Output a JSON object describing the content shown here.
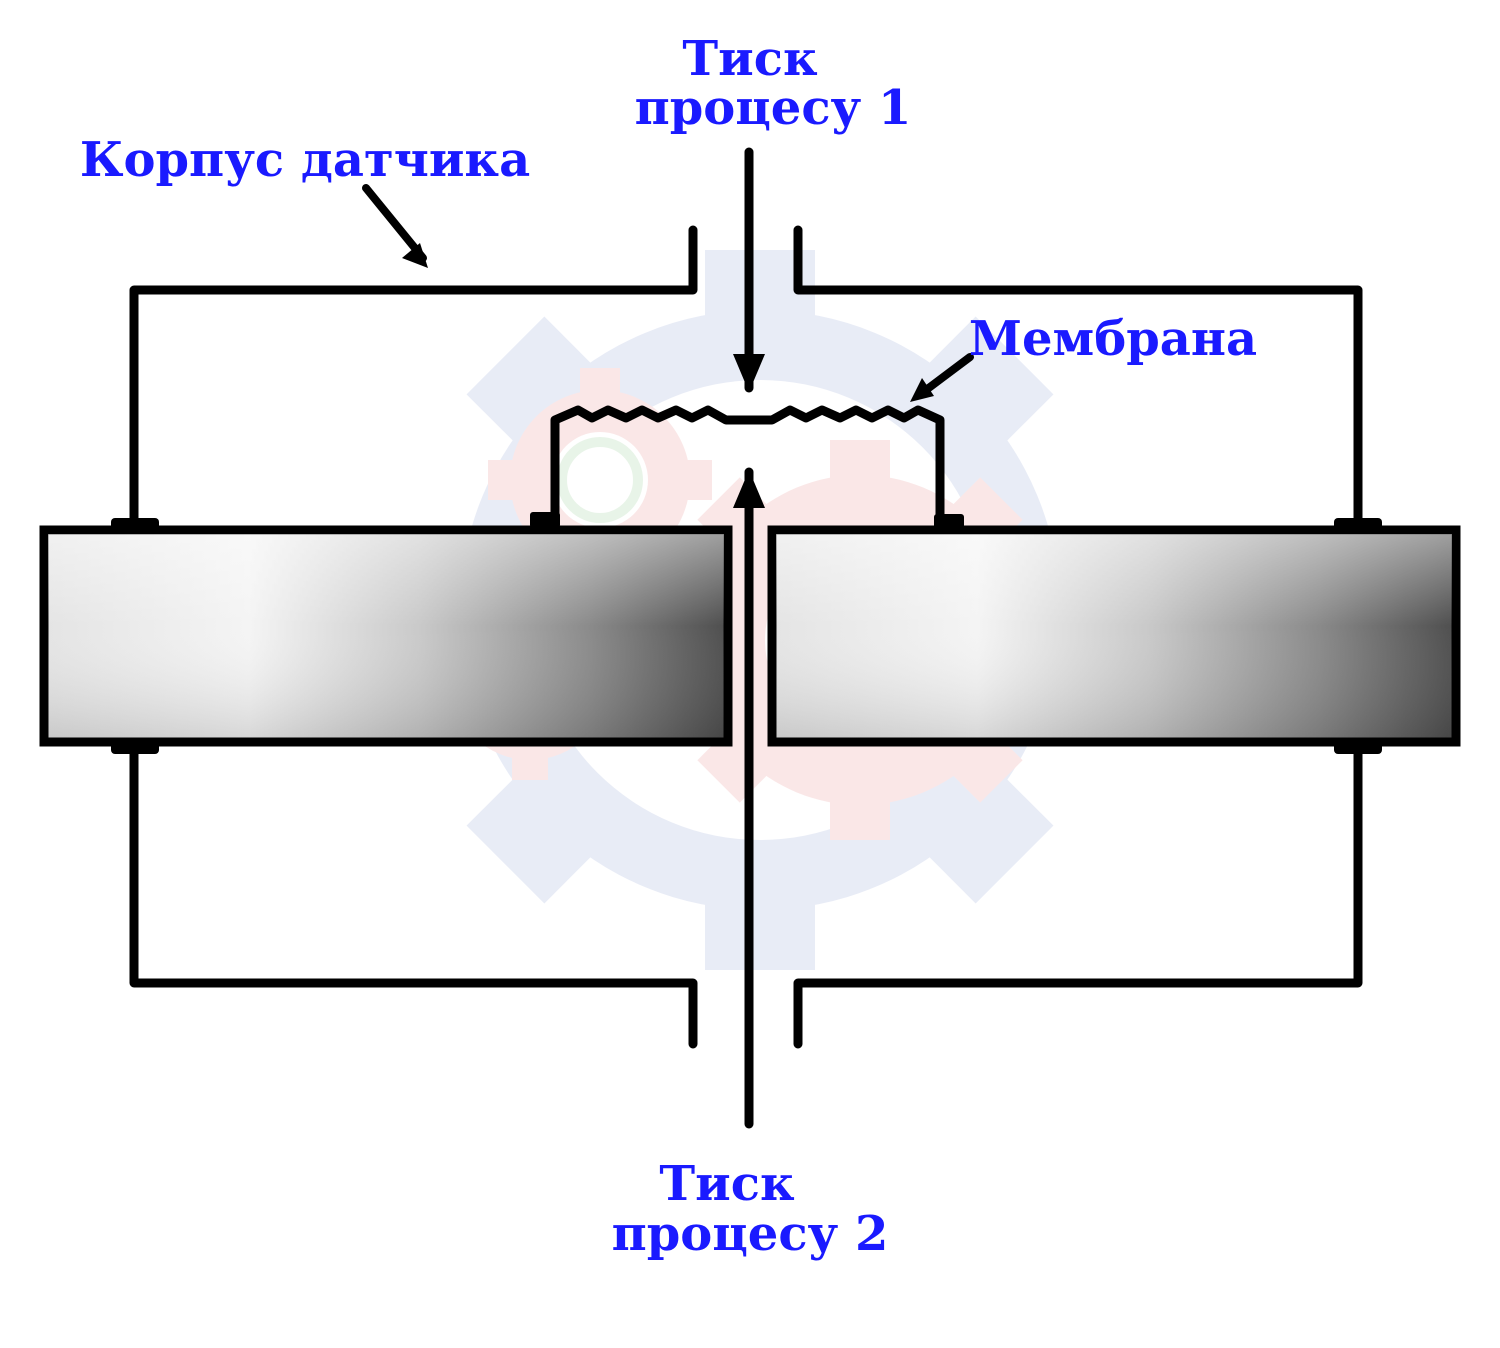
{
  "labels": {
    "housing": "Корпус датчика",
    "pressure1_line1": "Тиск",
    "pressure1_line2": "процесу 1",
    "membrane": "Мембрана",
    "pressure2_line1": "Тиск",
    "pressure2_line2": "процесу 2"
  },
  "colors": {
    "label": "#1a1aff",
    "line": "#000000",
    "bar_light": "#f2f2f2",
    "bar_dark": "#555555"
  },
  "watermark": {
    "icon": "gear-logo-watermark"
  }
}
